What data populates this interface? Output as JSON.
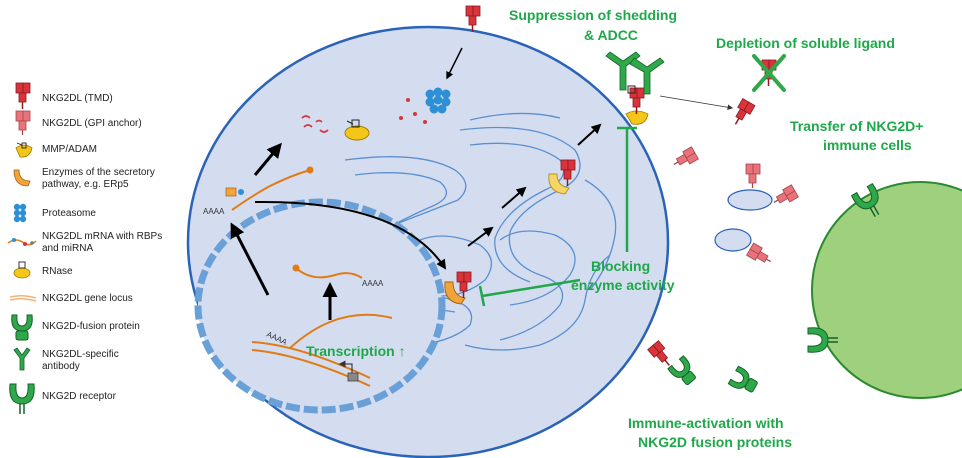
{
  "colors": {
    "accent_green": "#1fa84a",
    "receptor_red": "#d9343b",
    "gpi_pink": "#e8737b",
    "mrna_orange": "#e07b16",
    "proteasome_blue": "#2d8fd5",
    "enzyme_yellow": "#f5c518",
    "cell_fill": "#d4ddf0",
    "cell_stroke": "#2a63b8",
    "immune_cell_fill": "#9fd07d",
    "immune_cell_stroke": "#2b8a2f"
  },
  "legend": [
    {
      "icon": "nkg2dl-tmd-icon",
      "label": "NKG2DL (TMD)"
    },
    {
      "icon": "nkg2dl-gpi-icon",
      "label": "NKG2DL (GPI anchor)"
    },
    {
      "icon": "mmp-adam-icon",
      "label": "MMP/ADAM"
    },
    {
      "icon": "secretory-enzyme-icon",
      "label_lines": [
        "Enzymes of the secretory",
        "pathway, e.g. ERp5"
      ]
    },
    {
      "icon": "proteasome-icon",
      "label": "Proteasome"
    },
    {
      "icon": "mrna-rbp-icon",
      "label_lines": [
        "NKG2DL mRNA with RBPs",
        "and miRNA"
      ]
    },
    {
      "icon": "rnase-icon",
      "label": "RNase"
    },
    {
      "icon": "gene-locus-icon",
      "label": "NKG2DL gene locus"
    },
    {
      "icon": "fusion-protein-icon",
      "label": "NKG2D-fusion protein"
    },
    {
      "icon": "antibody-icon",
      "label_lines": [
        "NKG2DL-specific",
        "antibody"
      ]
    },
    {
      "icon": "receptor-icon",
      "label": "NKG2D receptor"
    }
  ],
  "annotations": {
    "suppression": [
      "Suppression of shedding",
      "& ADCC"
    ],
    "depletion": "Depletion of soluble ligand",
    "transfer": [
      "Transfer of NKG2D+",
      "immune cells"
    ],
    "blocking": [
      "Blocking",
      "enzyme activity"
    ],
    "transcription": "Transcription ↑",
    "immune_activation": [
      "Immune-activation with",
      "NKG2D fusion proteins"
    ]
  },
  "poly_a": "AAAA"
}
